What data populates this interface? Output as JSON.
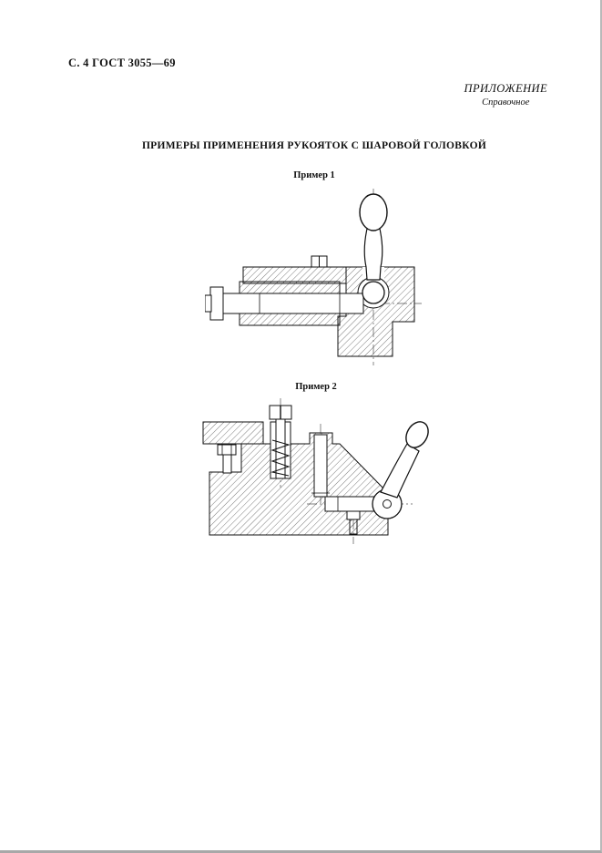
{
  "page": {
    "header_left": "С. 4 ГОСТ 3055—69",
    "annex_label": "ПРИЛОЖЕНИЕ",
    "annex_sub": "Справочное",
    "title": "ПРИМЕРЫ ПРИМЕНЕНИЯ РУКОЯТОК С ШАРОВОЙ ГОЛОВКОЙ",
    "example1_label": "Пример 1",
    "example2_label": "Пример 2"
  },
  "figures": {
    "figure1": "cross-section of clamping assembly with vertical ball-head handle",
    "figure2": "cross-section of fixture with spring-loaded screw and inclined ball-head handle"
  },
  "colors": {
    "ink": "#111111",
    "page_edge": "#b9b9b9"
  }
}
